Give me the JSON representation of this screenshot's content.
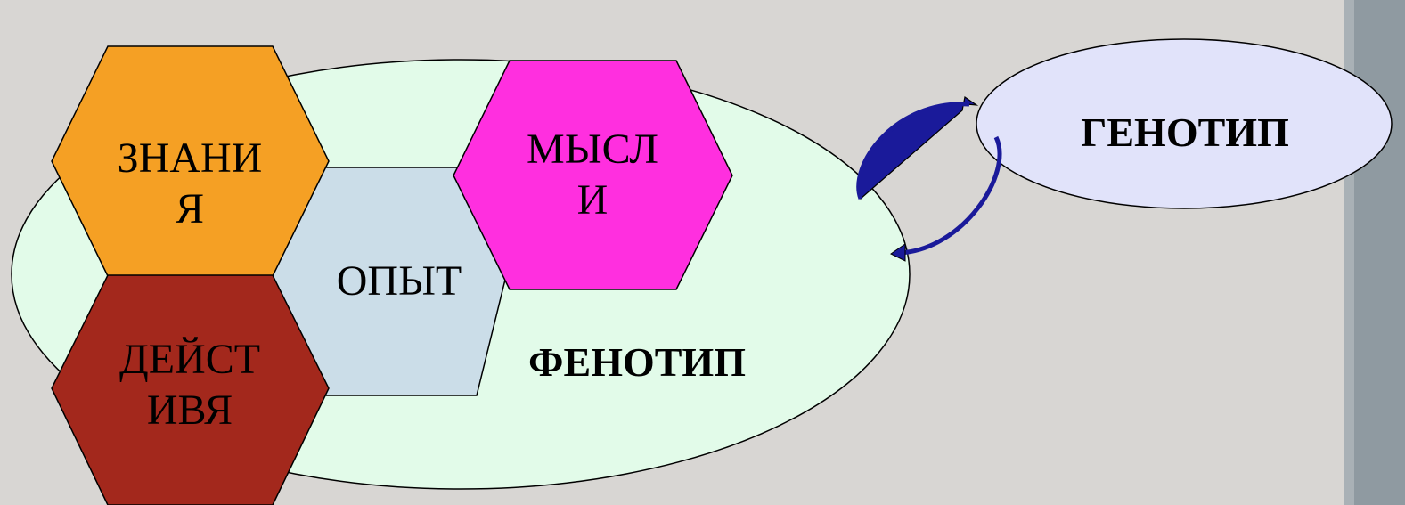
{
  "hexagons": {
    "knowledge": {
      "line1": "ЗНАНИ",
      "line2": "Я",
      "fill": "#f5a024"
    },
    "thoughts": {
      "line1": "МЫСЛ",
      "line2": "И",
      "fill": "#ff2fdf"
    },
    "experience": {
      "text": "ОПЫТ",
      "fill": "#cbdde8"
    },
    "actions": {
      "line1": "ДЕЙСТ",
      "line2": "ИВЯ",
      "fill": "#a3281c"
    }
  },
  "phenotype": {
    "label": "ФЕНОТИП",
    "fill": "#e2fbe9"
  },
  "genotype": {
    "label": "ГЕНОТИП",
    "fill": "#e1e3fa"
  },
  "arrows": {
    "color": "#1a1a9a"
  },
  "background": {
    "main": "#d8d6d3",
    "edge_strip": "#8f9aa1"
  }
}
